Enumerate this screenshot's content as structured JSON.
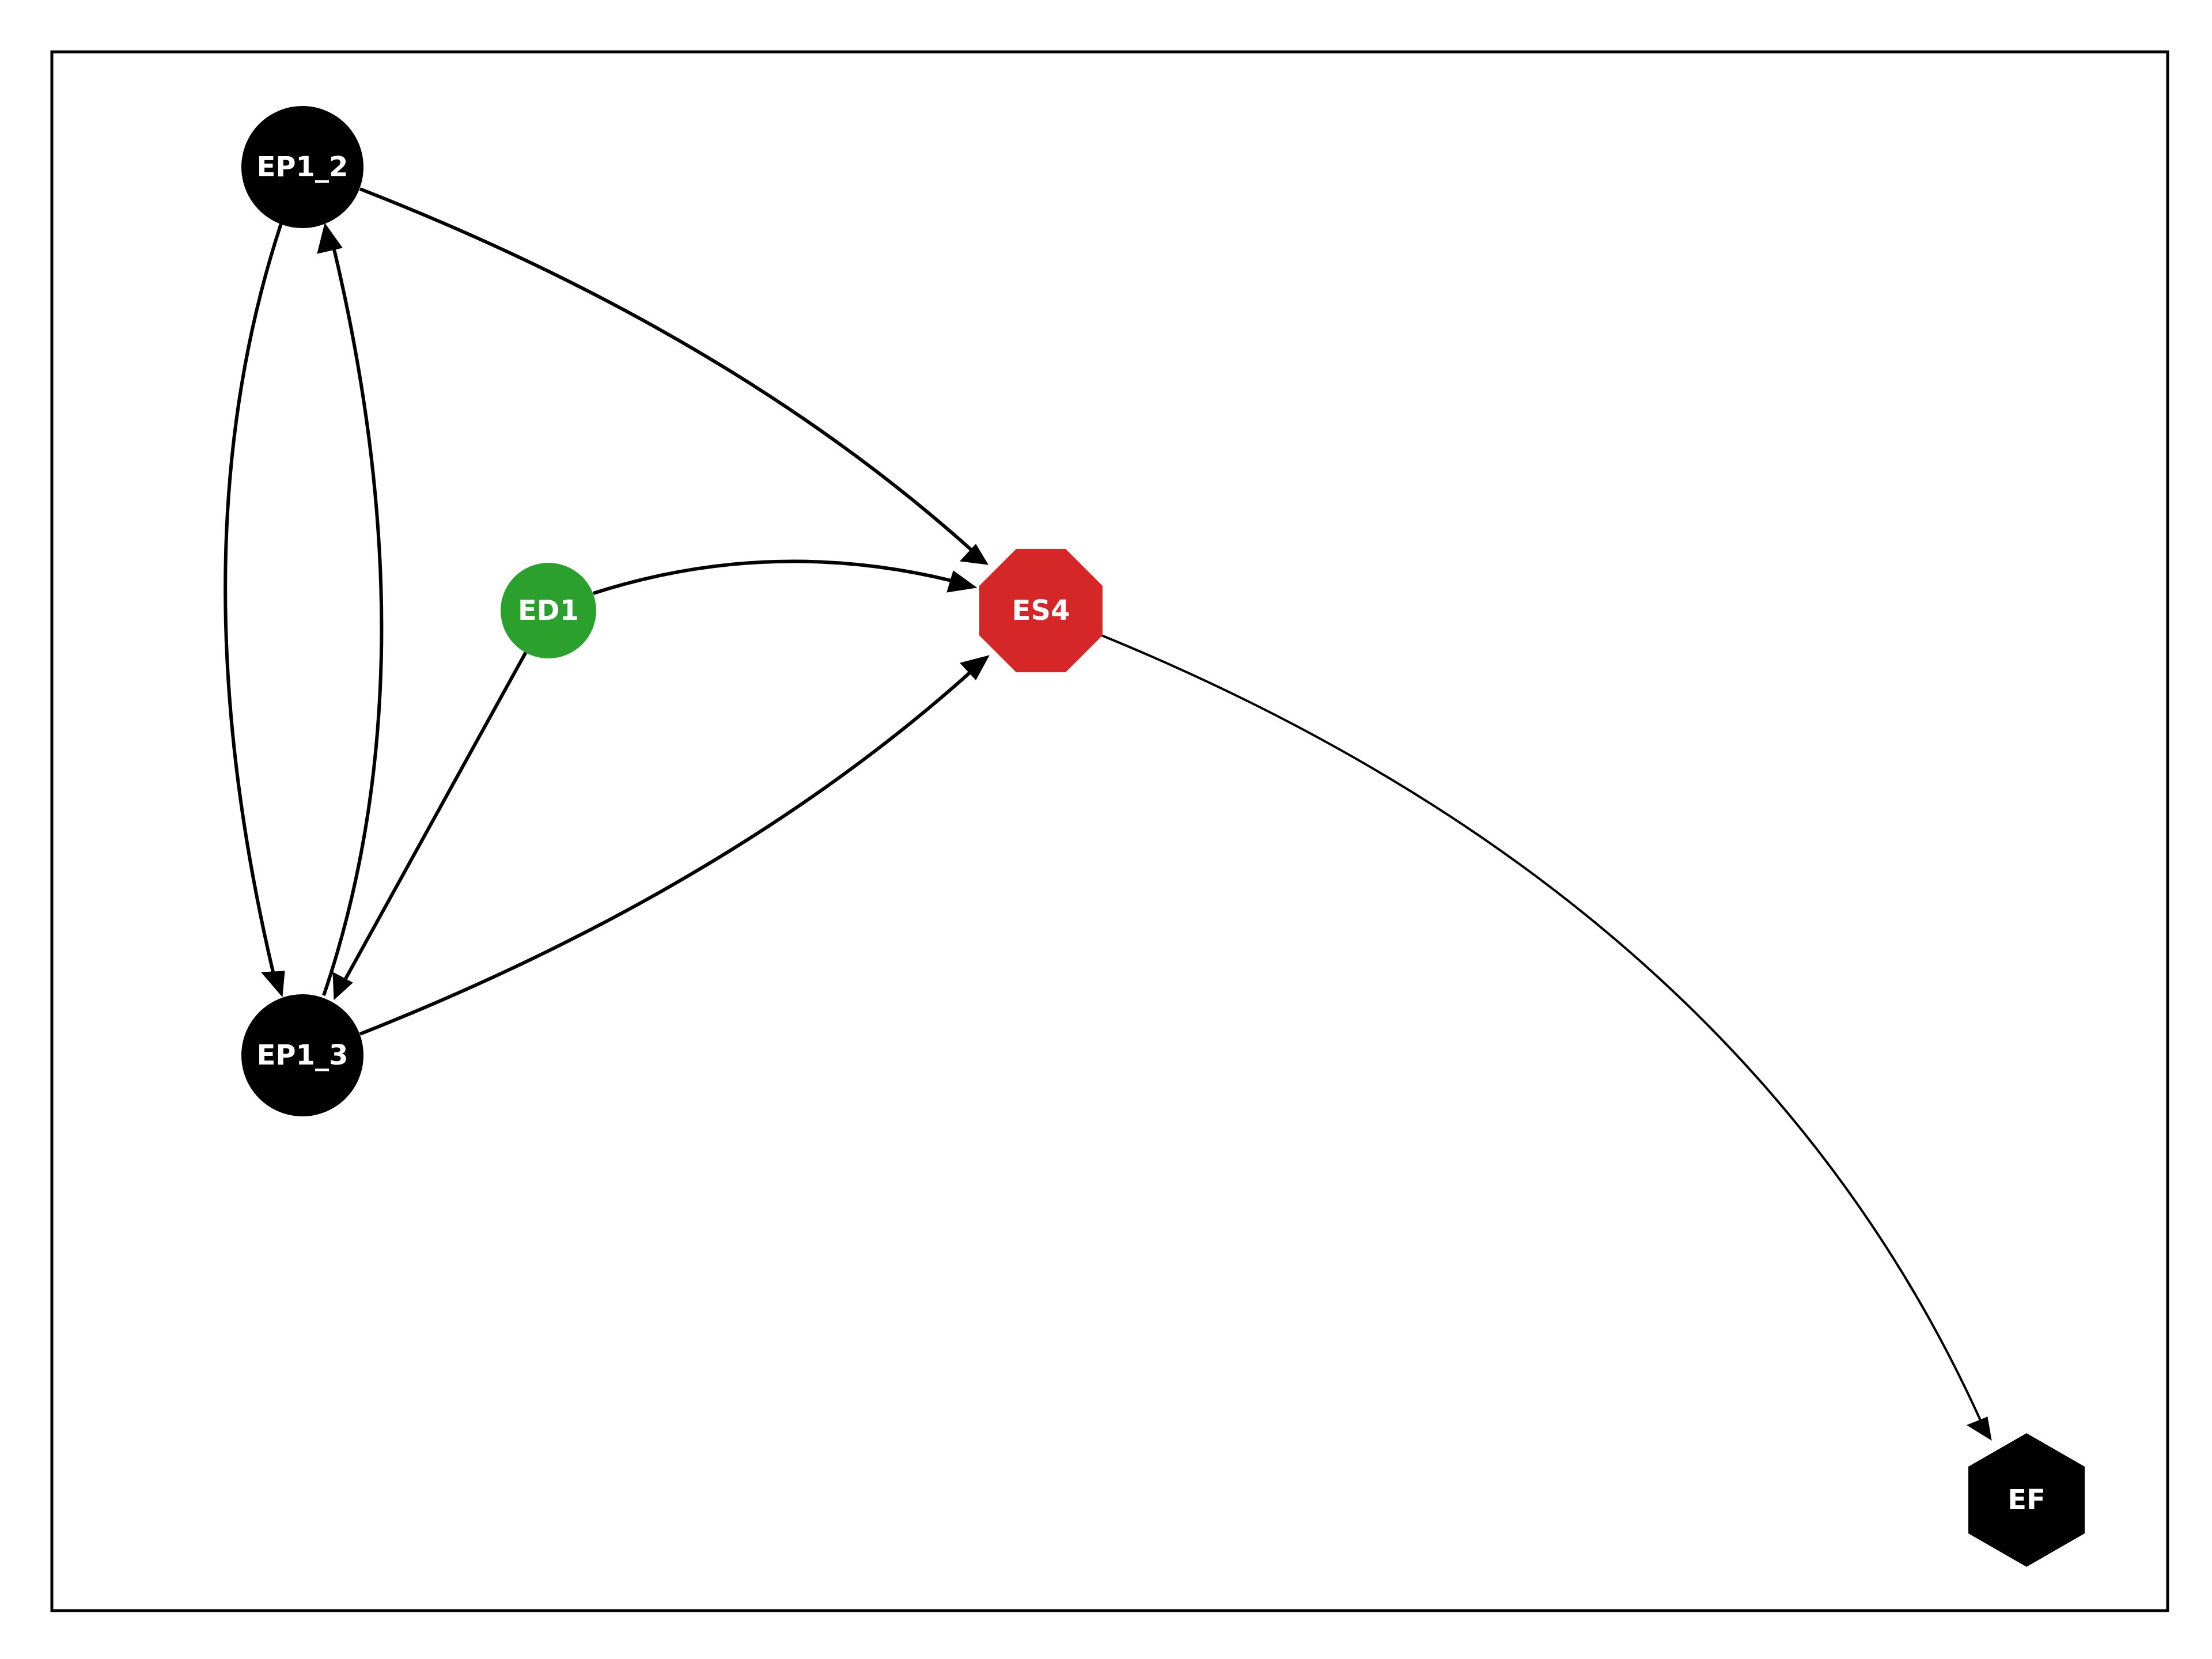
{
  "nodes": [
    {
      "id": "EP1_2",
      "label": "EP1_2",
      "shape": "circle",
      "color": "#000000"
    },
    {
      "id": "EP1_3",
      "label": "EP1_3",
      "shape": "circle",
      "color": "#000000"
    },
    {
      "id": "ED1",
      "label": "ED1",
      "shape": "circle",
      "color": "#2ca02c"
    },
    {
      "id": "ES4",
      "label": "ES4",
      "shape": "octagon",
      "color": "#d62728"
    },
    {
      "id": "EF",
      "label": "EF",
      "shape": "hexagon",
      "color": "#000000"
    }
  ],
  "edges": [
    {
      "from": "EP1_2",
      "to": "EP1_3"
    },
    {
      "from": "EP1_3",
      "to": "EP1_2"
    },
    {
      "from": "EP1_2",
      "to": "ES4"
    },
    {
      "from": "ED1",
      "to": "ES4"
    },
    {
      "from": "ED1",
      "to": "EP1_3"
    },
    {
      "from": "EP1_3",
      "to": "ES4"
    },
    {
      "from": "ES4",
      "to": "EF"
    }
  ]
}
